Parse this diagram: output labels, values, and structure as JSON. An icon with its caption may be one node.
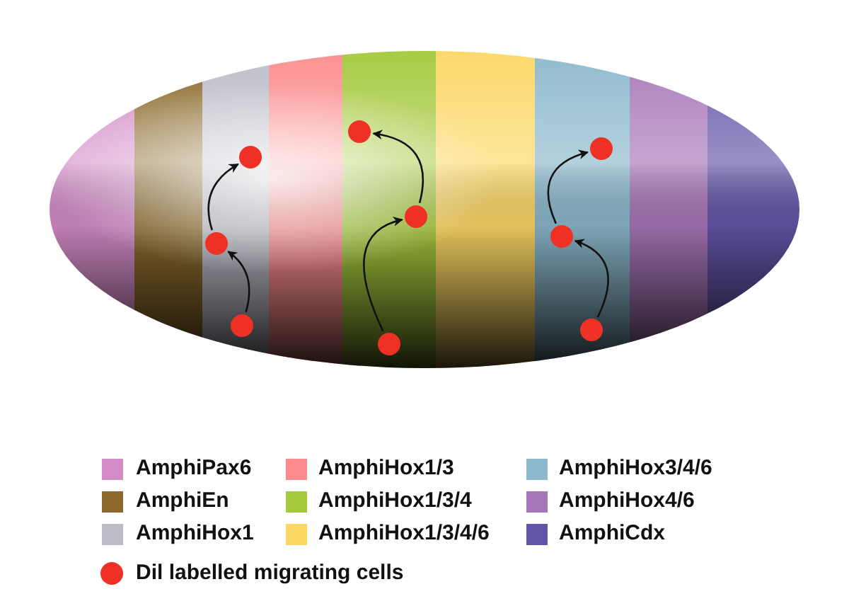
{
  "diagram": {
    "nodes": [
      {
        "text": [],
        "shape": "circle"
      },
      {
        "text": [],
        "shape": "circle"
      },
      {
        "text": [],
        "shape": "circle"
      },
      {
        "text": [],
        "shape": "circle"
      },
      {
        "text": [],
        "shape": "circle"
      },
      {
        "text": [],
        "shape": "circle"
      },
      {
        "text": [],
        "shape": "circle"
      },
      {
        "text": [],
        "shape": "circle"
      },
      {
        "text": [],
        "shape": "circle"
      }
    ],
    "edges": [
      {
        "from": 1,
        "to": 0,
        "arrow": "to"
      },
      {
        "from": 0,
        "to": 2,
        "arrow": "to"
      },
      {
        "from": 4,
        "to": 5,
        "arrow": "to"
      },
      {
        "from": 5,
        "to": 3,
        "arrow": "to"
      },
      {
        "from": 7,
        "to": 6,
        "arrow": "to"
      },
      {
        "from": 6,
        "to": 8,
        "arrow": "to"
      }
    ],
    "legend": [
      {
        "text": "AmphiPax6",
        "color": "#d48cc8"
      },
      {
        "text": "AmphiEn",
        "color": "#8b6a2b"
      },
      {
        "text": "AmphiHox1",
        "color": "#bcbcc8"
      },
      {
        "text": "AmphiHox1/3",
        "color": "#fc8c8c"
      },
      {
        "text": "AmphiHox1/3/4",
        "color": "#a4c93c"
      },
      {
        "text": "AmphiHox1/3/4/6",
        "color": "#fcd764"
      },
      {
        "text": "AmphiHox3/4/6",
        "color": "#8bb8cc"
      },
      {
        "text": "AmphiHox4/6",
        "color": "#a776b8"
      },
      {
        "text": "AmphiCdx",
        "color": "#6454a8"
      },
      {
        "text": "Dil labelled migrating cells"
      }
    ]
  }
}
